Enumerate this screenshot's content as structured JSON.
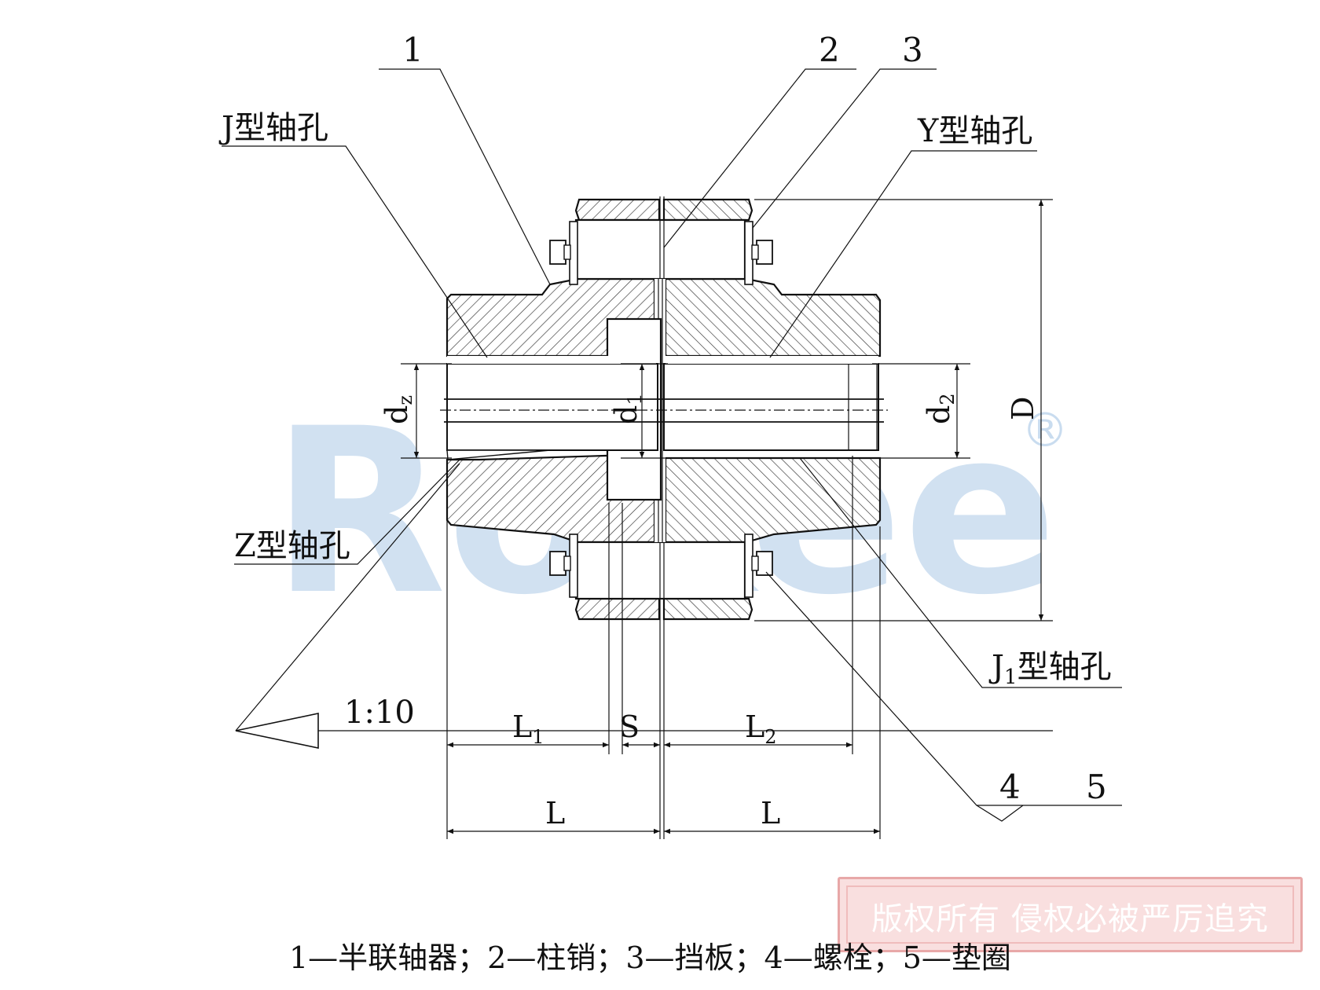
{
  "watermark": {
    "brand": "Rokee",
    "registered_mark": "®",
    "color": "#c9dcef"
  },
  "callouts": {
    "part1": "1",
    "part2": "2",
    "part3": "3",
    "part4": "4",
    "part5": "5",
    "j_bore": "J型轴孔",
    "y_bore": "Y型轴孔",
    "z_bore": "Z型轴孔",
    "j1_bore_main": "J",
    "j1_bore_sub": "1",
    "j1_bore_rest": "型轴孔",
    "taper": "1:10"
  },
  "dimensions": {
    "d1_main": "d",
    "d1_sub": "1",
    "dz_main": "d",
    "dz_sub": "z",
    "d2_main": "d",
    "d2_sub": "2",
    "D": "D",
    "L1_main": "L",
    "L1_sub": "1",
    "S": "S",
    "L2_main": "L",
    "L2_sub": "2",
    "L_left": "L",
    "L_right": "L"
  },
  "caption": "1—半联轴器；2—柱销；3—挡板；4—螺栓；5—垫圈",
  "stamp": {
    "text": "版权所有 侵权必被严厉追究",
    "border_color": "#e8a8a8"
  }
}
